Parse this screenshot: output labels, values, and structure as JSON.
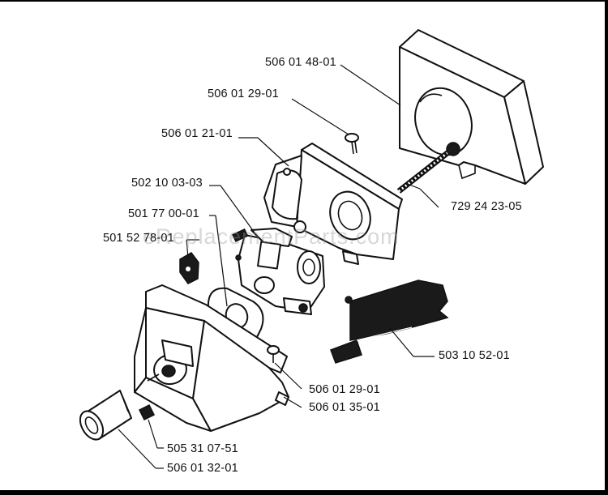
{
  "watermark": "eReplacementParts.com",
  "parts": [
    {
      "id": "p1",
      "number": "506 01 48-01"
    },
    {
      "id": "p2",
      "number": "506 01 29-01"
    },
    {
      "id": "p3",
      "number": "506 01 21-01"
    },
    {
      "id": "p4",
      "number": "502 10 03-03"
    },
    {
      "id": "p5",
      "number": "501 77 00-01"
    },
    {
      "id": "p6",
      "number": "501 52 78-01"
    },
    {
      "id": "p7",
      "number": "729 24 23-05"
    },
    {
      "id": "p8",
      "number": "503 10 52-01"
    },
    {
      "id": "p9",
      "number": "506 01 29-01"
    },
    {
      "id": "p10",
      "number": "506 01 35-01"
    },
    {
      "id": "p11",
      "number": "505 31 07-51"
    },
    {
      "id": "p12",
      "number": "506 01 32-01"
    }
  ]
}
